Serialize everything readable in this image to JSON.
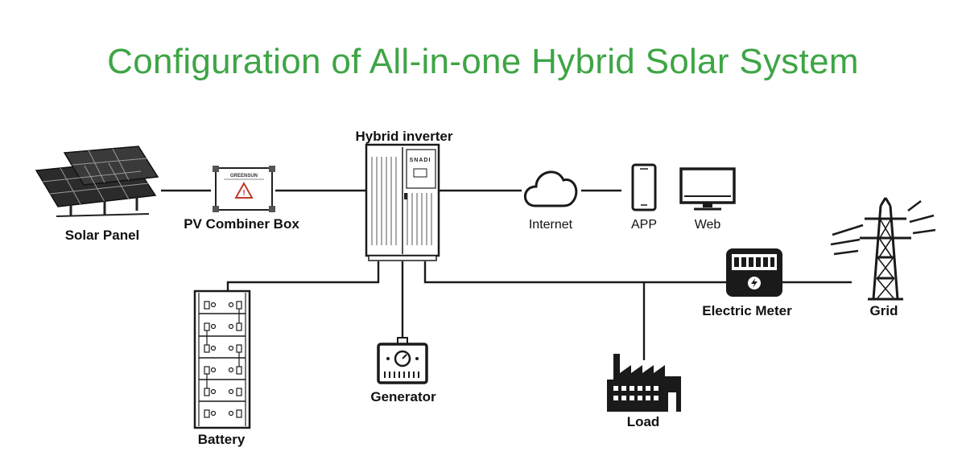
{
  "title": "Configuration of All-in-one Hybrid Solar System",
  "colors": {
    "title": "#3ea545",
    "ink": "#111111"
  },
  "components": {
    "solar_panel": {
      "label": "Solar Panel",
      "icon": "solar-panel-icon"
    },
    "combiner_box": {
      "label": "PV Combiner Box",
      "icon": "combiner-box-icon",
      "brand": "GREENSUN"
    },
    "inverter": {
      "label": "Hybrid inverter",
      "icon": "hybrid-inverter-icon",
      "brand": "SNADI"
    },
    "internet": {
      "label": "Internet",
      "icon": "cloud-icon"
    },
    "app": {
      "label": "APP",
      "icon": "smartphone-icon"
    },
    "web": {
      "label": "Web",
      "icon": "monitor-icon"
    },
    "battery": {
      "label": "Battery",
      "icon": "battery-rack-icon"
    },
    "generator": {
      "label": "Generator",
      "icon": "generator-icon"
    },
    "load": {
      "label": "Load",
      "icon": "factory-icon"
    },
    "electric_meter": {
      "label": "Electric Meter",
      "icon": "electric-meter-icon"
    },
    "grid": {
      "label": "Grid",
      "icon": "transmission-tower-icon"
    }
  }
}
